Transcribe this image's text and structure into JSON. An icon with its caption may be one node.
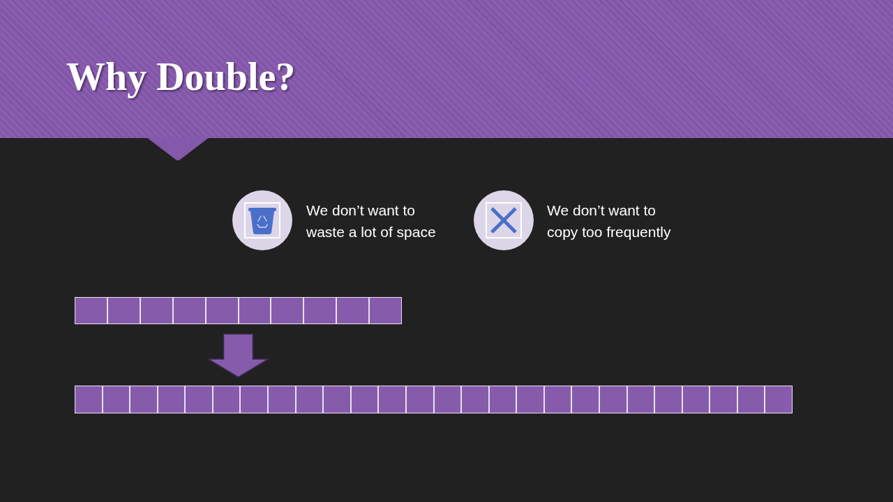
{
  "diagram": {
    "title": "Why Double?",
    "nodes": [
      {
        "text": [],
        "shape": "bar"
      },
      {
        "text": [],
        "shape": "box",
        "in": 0
      },
      {
        "text": [],
        "shape": "box",
        "in": 0
      },
      {
        "text": [],
        "shape": "box",
        "in": 0
      },
      {
        "text": [],
        "shape": "box",
        "in": 0
      },
      {
        "text": [],
        "shape": "box",
        "in": 0
      },
      {
        "text": [],
        "shape": "box",
        "in": 0
      },
      {
        "text": [],
        "shape": "box",
        "in": 0
      },
      {
        "text": [],
        "shape": "box",
        "in": 0
      },
      {
        "text": [],
        "shape": "box",
        "in": 0
      },
      {
        "text": [],
        "shape": "box",
        "in": 0
      },
      {
        "text": [],
        "shape": "bar"
      },
      {
        "text": [],
        "shape": "box",
        "in": 11
      },
      {
        "text": [],
        "shape": "box",
        "in": 11
      },
      {
        "text": [],
        "shape": "box",
        "in": 11
      },
      {
        "text": [],
        "shape": "box",
        "in": 11
      },
      {
        "text": [],
        "shape": "box",
        "in": 11
      },
      {
        "text": [],
        "shape": "box",
        "in": 11
      },
      {
        "text": [],
        "shape": "box",
        "in": 11
      },
      {
        "text": [],
        "shape": "box",
        "in": 11
      },
      {
        "text": [],
        "shape": "box",
        "in": 11
      },
      {
        "text": [],
        "shape": "box",
        "in": 11
      },
      {
        "text": [],
        "shape": "box",
        "in": 11
      },
      {
        "text": [],
        "shape": "box",
        "in": 11
      },
      {
        "text": [],
        "shape": "box",
        "in": 11
      },
      {
        "text": [],
        "shape": "box",
        "in": 11
      },
      {
        "text": [],
        "shape": "box",
        "in": 11
      },
      {
        "text": [],
        "shape": "box",
        "in": 11
      },
      {
        "text": [],
        "shape": "box",
        "in": 11
      },
      {
        "text": [],
        "shape": "box",
        "in": 11
      },
      {
        "text": [],
        "shape": "box",
        "in": 11
      },
      {
        "text": [],
        "shape": "box",
        "in": 11
      },
      {
        "text": [],
        "shape": "box",
        "in": 11
      },
      {
        "text": [],
        "shape": "box",
        "in": 11
      },
      {
        "text": [],
        "shape": "box",
        "in": 11
      },
      {
        "text": [],
        "shape": "box",
        "in": 11
      },
      {
        "text": [],
        "shape": "box",
        "in": 11
      },
      {
        "text": [],
        "shape": "box",
        "in": 11
      }
    ],
    "edges": [
      {
        "from": 0,
        "to": 11,
        "arrow": "to"
      }
    ],
    "labels": [
      "We don’t want to waste a lot of space",
      "We don’t want to copy too frequently"
    ]
  }
}
